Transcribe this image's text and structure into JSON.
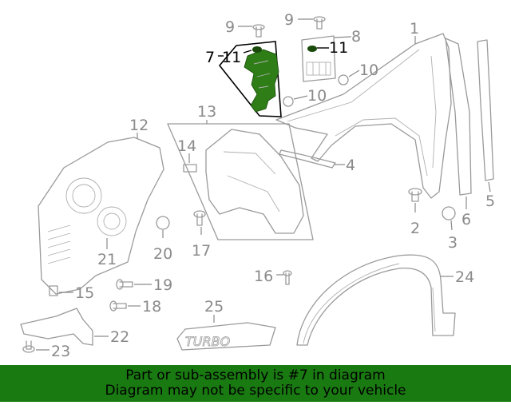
{
  "diagram": {
    "highlight_color": "#2e7d16",
    "callouts": {
      "c1": "1",
      "c2": "2",
      "c3": "3",
      "c4": "4",
      "c5": "5",
      "c6": "6",
      "c7": "7",
      "c8": "8",
      "c9a": "9",
      "c9b": "9",
      "c10a": "10",
      "c10b": "10",
      "c11a": "11",
      "c11b": "11",
      "c12": "12",
      "c13": "13",
      "c14": "14",
      "c15": "15",
      "c16": "16",
      "c17": "17",
      "c18": "18",
      "c19": "19",
      "c20": "20",
      "c21": "21",
      "c22": "22",
      "c23": "23",
      "c24": "24",
      "c25": "25"
    },
    "emblem": {
      "line1": "TURBO"
    }
  },
  "banner": {
    "background": "#1a7a12",
    "line1": "Part or sub-assembly is #7 in diagram",
    "line2": "Diagram may not be specific to your vehicle"
  }
}
